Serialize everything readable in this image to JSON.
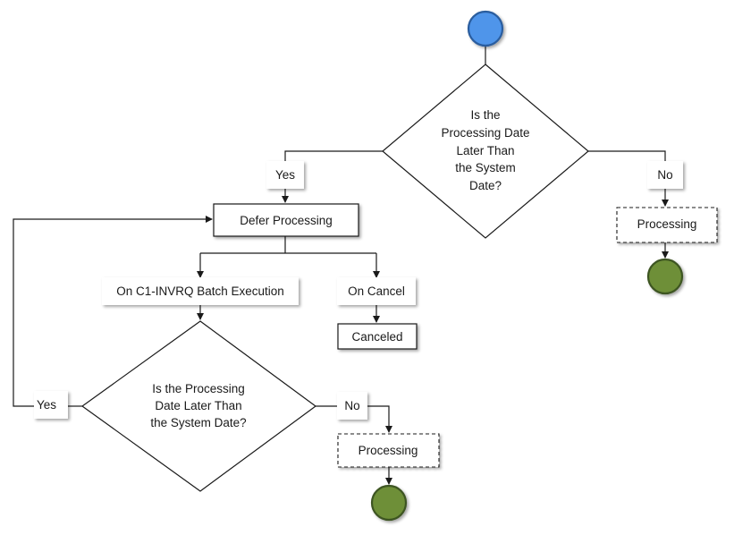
{
  "colors": {
    "start": "#4f95ea",
    "start_stroke": "#2a5d9e",
    "end": "#6e8f37",
    "end_stroke": "#3e5420",
    "line": "#1a1a1a"
  },
  "decision_top": {
    "lines": [
      "Is the",
      "Processing Date",
      "Later Than",
      "the System",
      "Date?"
    ]
  },
  "decision_bottom": {
    "lines": [
      "Is the Processing",
      "Date Later Than",
      "the System Date?"
    ]
  },
  "labels": {
    "yes_top": "Yes",
    "no_top": "No",
    "yes_bottom": "Yes",
    "no_bottom": "No",
    "on_batch": "On C1-INVRQ Batch Execution",
    "on_cancel": "On Cancel"
  },
  "boxes": {
    "defer": "Defer Processing",
    "canceled": "Canceled",
    "processing_right": "Processing",
    "processing_bottom": "Processing"
  }
}
